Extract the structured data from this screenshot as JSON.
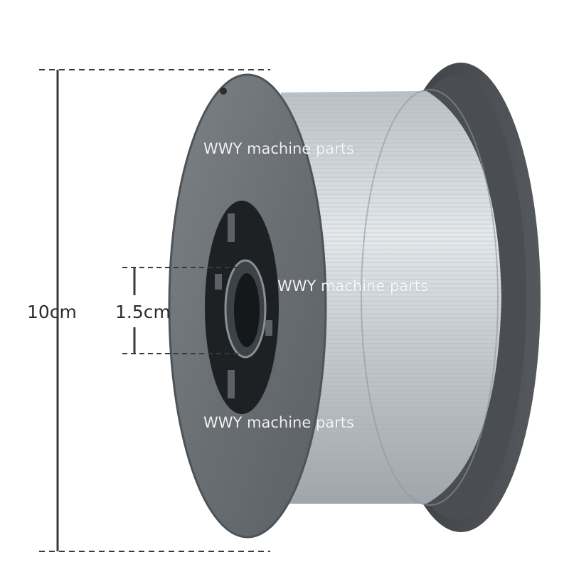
{
  "dimensions": {
    "outer_diameter": "10cm",
    "inner_diameter": "1.5cm"
  },
  "watermarks": [
    "WWY machine parts",
    "WWY machine parts",
    "WWY machine parts"
  ],
  "colors": {
    "background": "#ffffff",
    "flange": "#6e7378",
    "wire": "#c9cfd5",
    "hub": "#1e2124",
    "dimension_line": "#3a3a3a"
  }
}
